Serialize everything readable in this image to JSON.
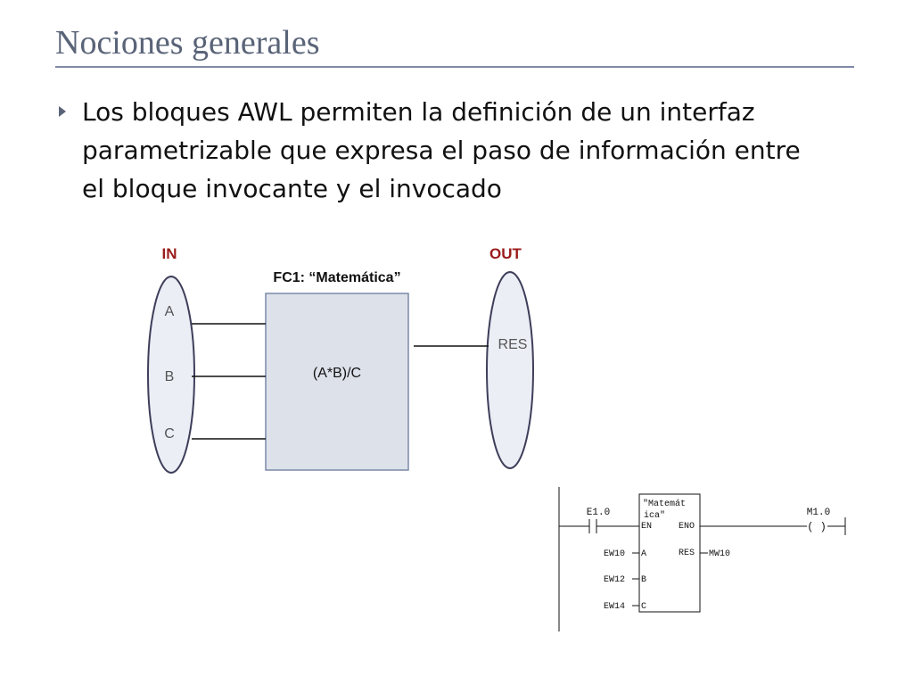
{
  "title": "Nociones generales",
  "bullet": {
    "lines": [
      "Los bloques AWL permiten la definición de un interfaz",
      "parametrizable que expresa el paso de información entre",
      "el bloque invocante y el invocado"
    ]
  },
  "interface_diagram": {
    "in_label": "IN",
    "out_label": "OUT",
    "block_title": "FC1: “Matemática”",
    "block_expression": "(A*B)/C",
    "inputs": [
      "A",
      "B",
      "C"
    ],
    "output": "RES",
    "colors": {
      "in_out_label": "#9a1b1b",
      "block_fill": "#dde1ea",
      "ellipse_fill": "#eceef6"
    }
  },
  "ladder": {
    "contact": "E1.0",
    "coil": "M1.0",
    "coil_symbol": "( )",
    "block_name_line1": "\"Matemát",
    "block_name_line2": "ica\"",
    "en": "EN",
    "eno": "ENO",
    "res_pin": "RES",
    "res_operand": "MW10",
    "pins": [
      {
        "operand": "EW10",
        "pin": "A"
      },
      {
        "operand": "EW12",
        "pin": "B"
      },
      {
        "operand": "EW14",
        "pin": "C"
      }
    ]
  }
}
